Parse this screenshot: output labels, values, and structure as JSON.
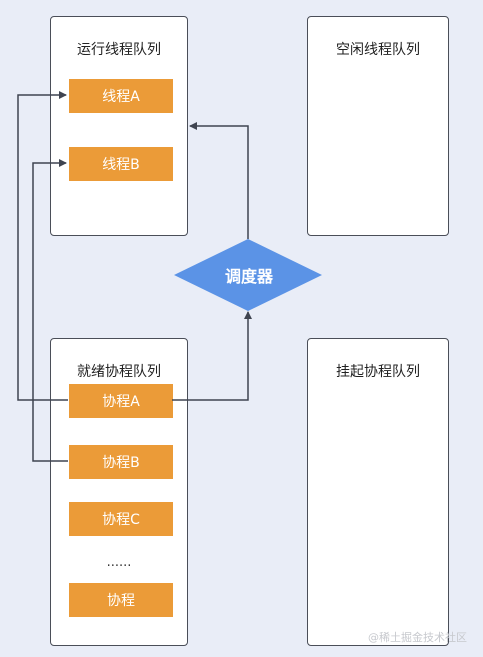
{
  "running_queue": {
    "title": "运行线程队列",
    "threads": [
      "线程A",
      "线程B"
    ]
  },
  "idle_queue": {
    "title": "空闲线程队列"
  },
  "ready_queue": {
    "title": "就绪协程队列",
    "coroutines": [
      "协程A",
      "协程B",
      "协程C"
    ],
    "ellipsis": "......",
    "last": "协程"
  },
  "suspended_queue": {
    "title": "挂起协程队列"
  },
  "scheduler": {
    "label": "调度器"
  },
  "watermark": "@稀土掘金技术社区",
  "colors": {
    "background": "#e9edf7",
    "node": "#eb9b38",
    "scheduler": "#5b93e6",
    "border": "#4a4e58"
  }
}
